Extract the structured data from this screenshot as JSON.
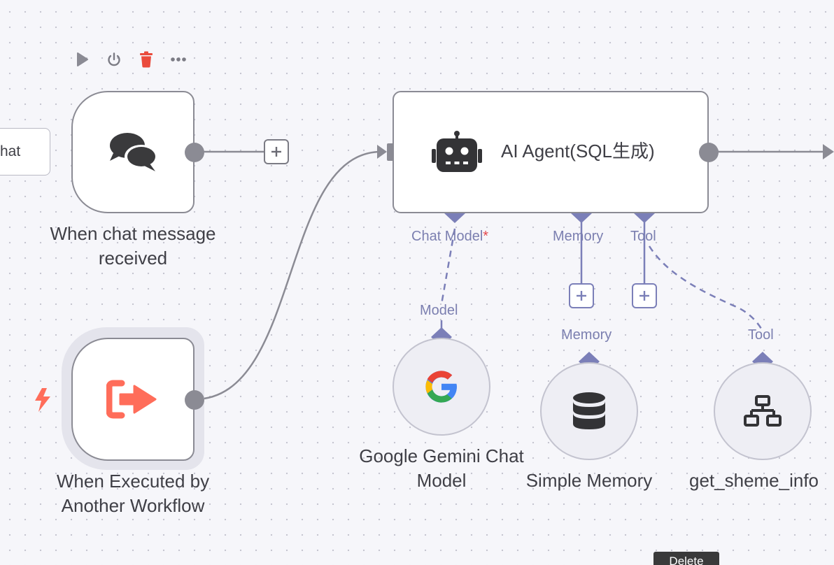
{
  "colors": {
    "canvas": "#f6f6fa",
    "wire": "#8b8b94",
    "port_purple": "#7b7fb8",
    "trigger_accent": "#ff6d5a",
    "delete_red": "#ea4b3c"
  },
  "toolbar": {
    "icons": [
      "play-icon",
      "power-icon",
      "trash-icon",
      "more-icon"
    ]
  },
  "partial_node": {
    "label": "hat"
  },
  "chat_trigger": {
    "icon": "chat-bubbles-icon",
    "label_line1": "When chat message",
    "label_line2": "received"
  },
  "workflow_trigger": {
    "icon": "sign-out-icon",
    "label_line1": "When Executed by",
    "label_line2": "Another Workflow"
  },
  "agent": {
    "icon": "robot-icon",
    "title": "AI Agent(SQL生成)",
    "ports": {
      "chat_model": "Chat Model",
      "chat_model_required": "*",
      "memory": "Memory",
      "tool": "Tool"
    }
  },
  "gemini": {
    "icon": "google-g-icon",
    "port_label": "Model",
    "label_line1": "Google Gemini Chat",
    "label_line2": "Model"
  },
  "memory_node": {
    "icon": "database-icon",
    "port_label": "Memory",
    "label": "Simple Memory"
  },
  "tool_node": {
    "icon": "sitemap-icon",
    "port_label": "Tool",
    "label": "get_sheme_info"
  },
  "tooltip": {
    "label": "Delete"
  }
}
